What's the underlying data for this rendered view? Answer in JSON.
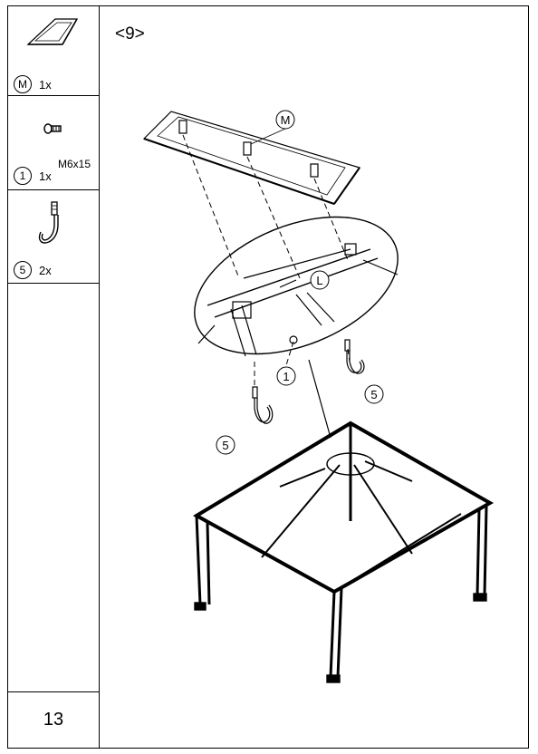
{
  "step": {
    "label": "<9>"
  },
  "parts": [
    {
      "id": "M",
      "qty": "1x"
    },
    {
      "id": "1",
      "qty": "1x",
      "spec": "M6x15"
    },
    {
      "id": "5",
      "qty": "2x"
    }
  ],
  "callouts": {
    "m": "M",
    "l": "L",
    "one": "1",
    "five_a": "5",
    "five_b": "5"
  },
  "page_number": "13"
}
